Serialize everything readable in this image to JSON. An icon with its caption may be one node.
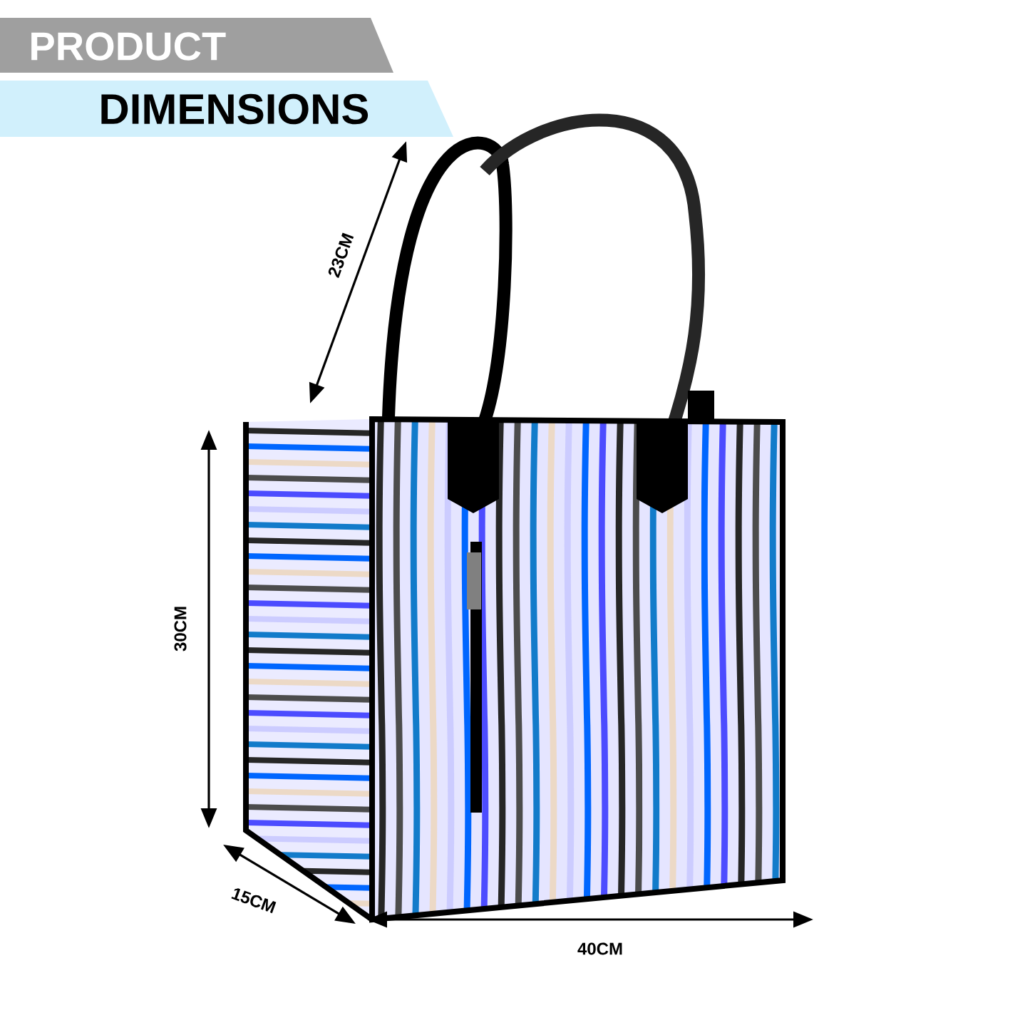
{
  "diagram": {
    "nodes": [
      {
        "text": [
          "PRODUCT"
        ]
      },
      {
        "text": [
          "DIMENSIONS"
        ]
      }
    ],
    "labels": [
      "23CM",
      "30CM",
      "15CM",
      "40CM"
    ]
  }
}
